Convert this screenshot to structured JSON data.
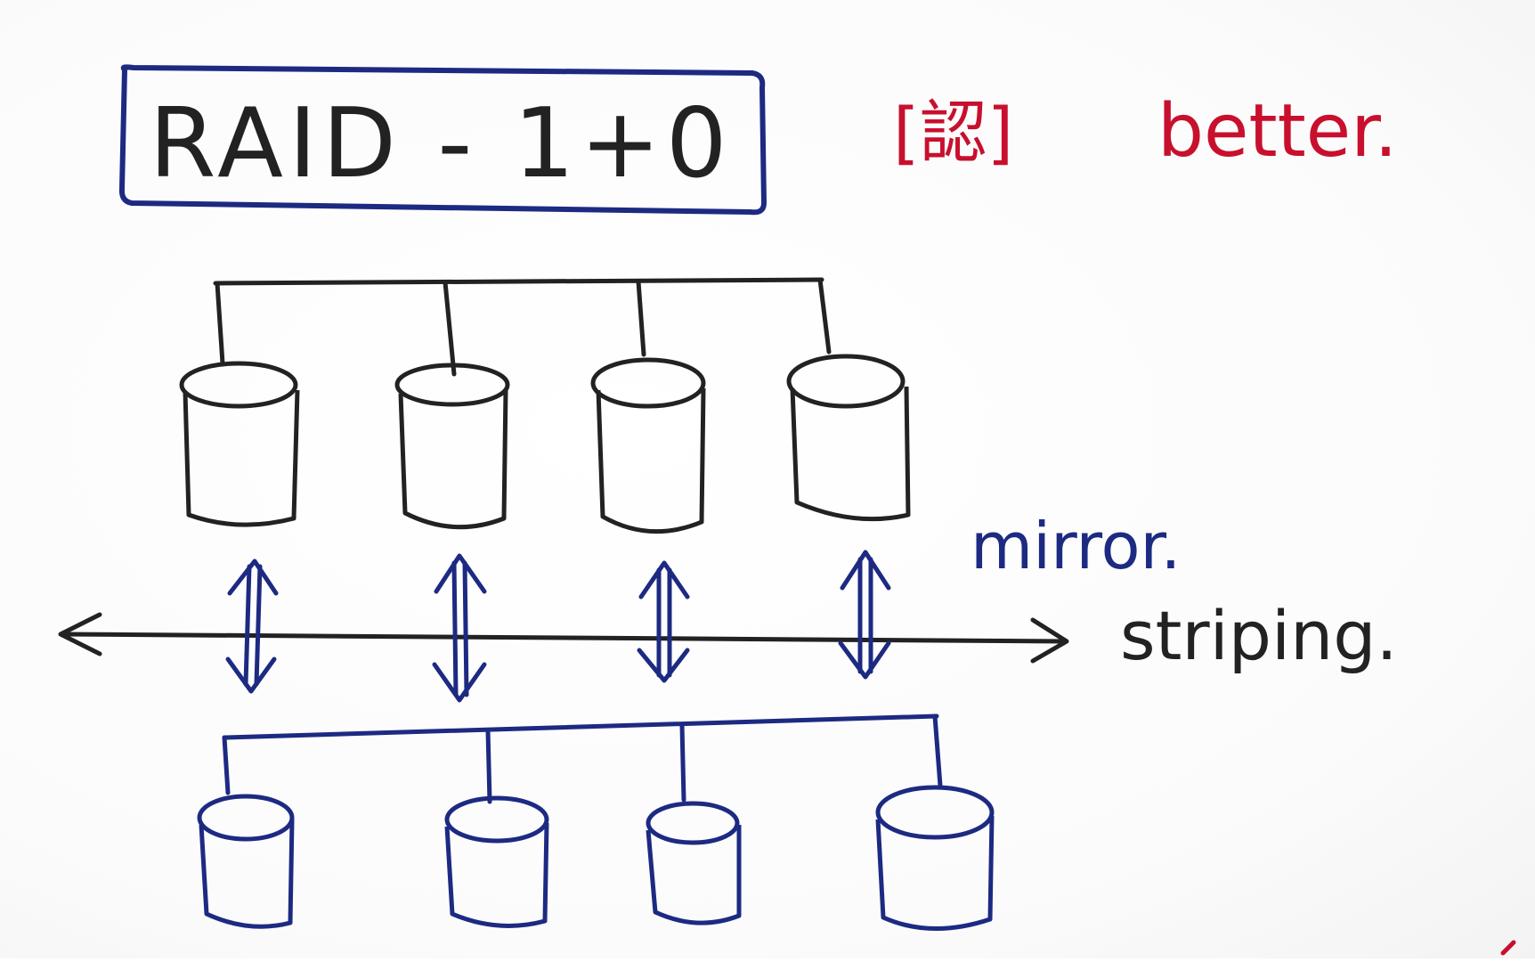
{
  "diagram": {
    "title": "RAID - 1+0",
    "note_mark": "[認]",
    "note_text": "better.",
    "mirror_label": "mirror.",
    "striping_label": "striping.",
    "colors": {
      "ink_black": "#222222",
      "ink_blue": "#1d2a82",
      "ink_red": "#c8102e",
      "paper": "#ffffff"
    },
    "primary_disks": [
      "disk",
      "disk",
      "disk",
      "disk"
    ],
    "mirror_disks": [
      "disk",
      "disk",
      "disk",
      "disk"
    ]
  }
}
